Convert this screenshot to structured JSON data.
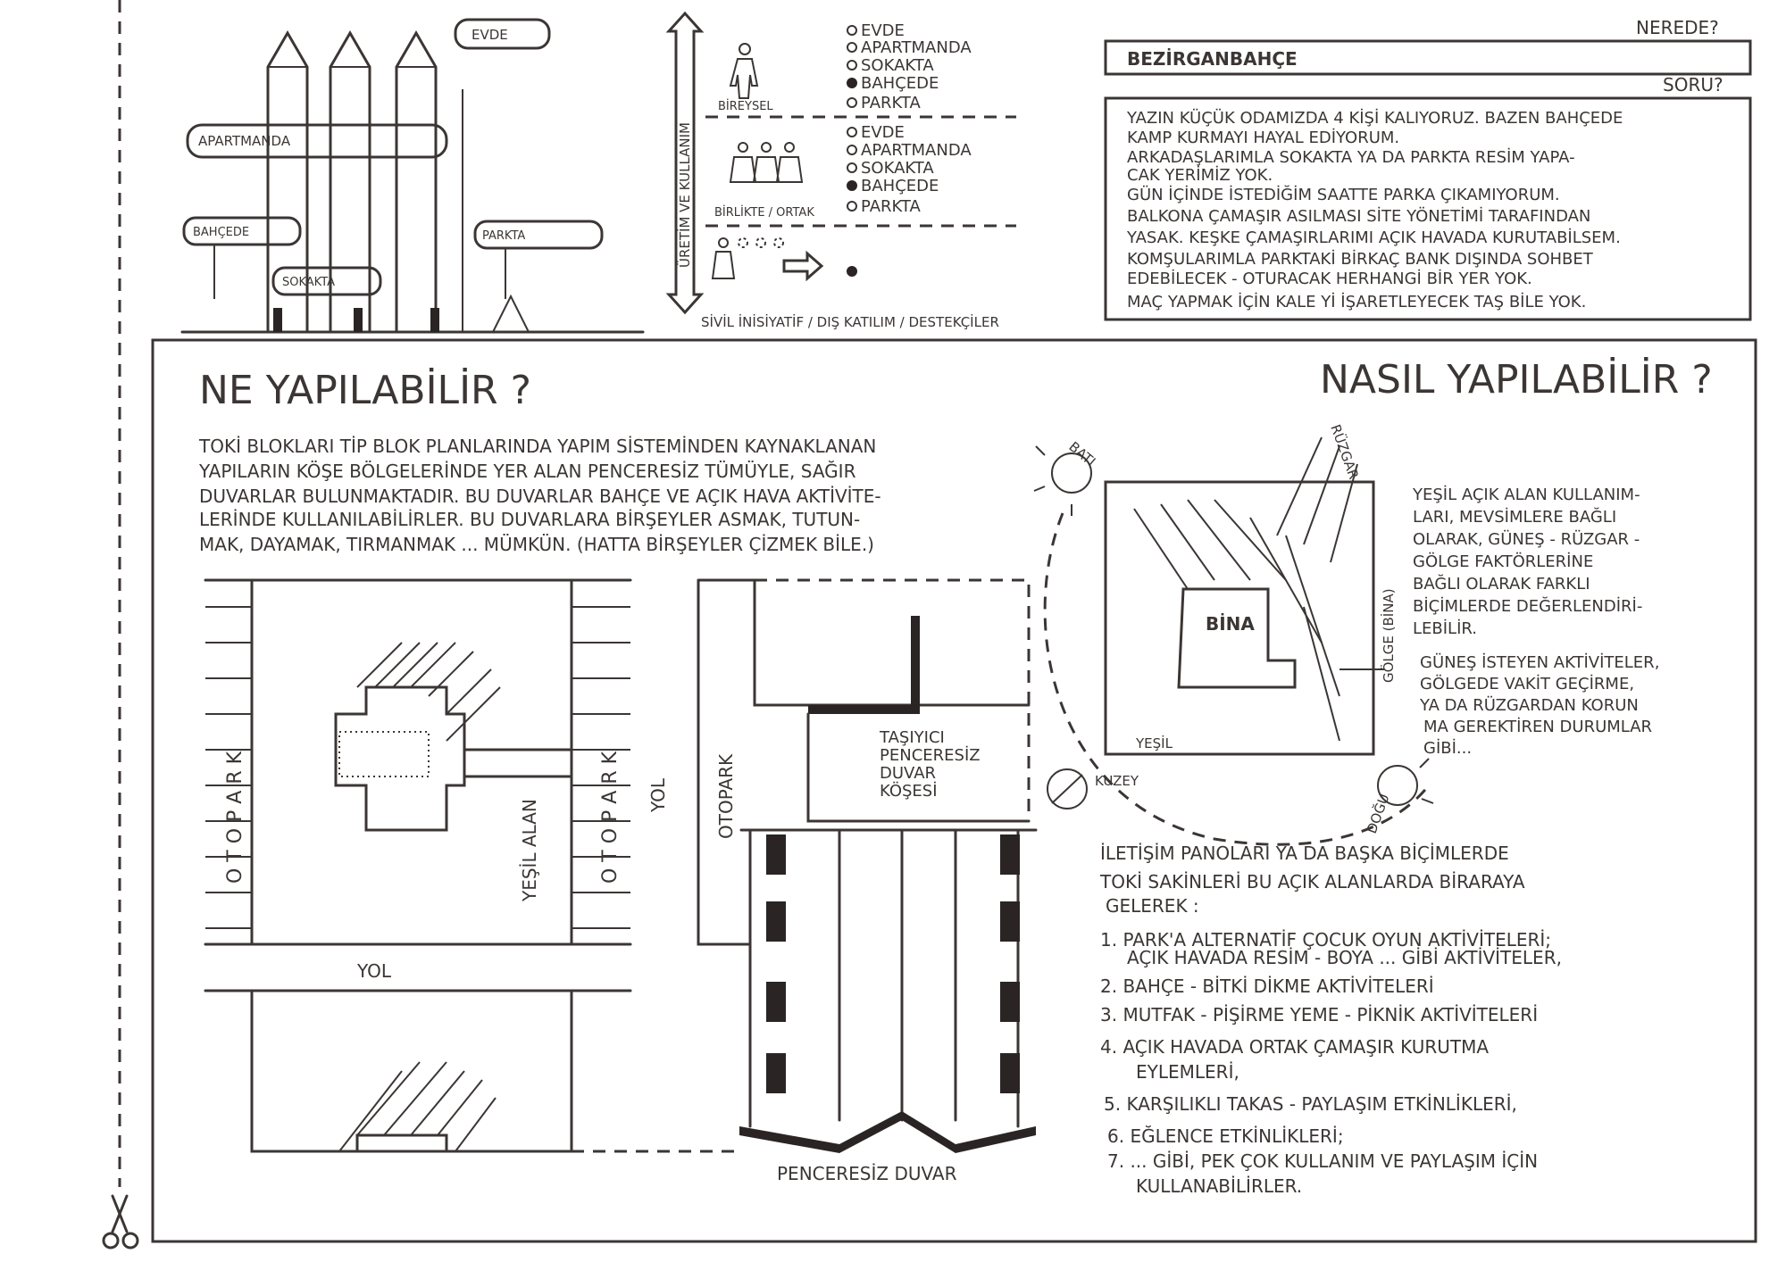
{
  "top_left": {
    "bubbles": [
      "EVDE",
      "APARTMANDA",
      "BAHÇEDE",
      "SOKAKTA",
      "PARKTA"
    ]
  },
  "legend": {
    "axis_label": "ÜRETİM VE KULLANIM",
    "individual_label": "BİREYSEL",
    "group_label": "BİRLİKTE / ORTAK",
    "bottom_label": "SİVİL İNİSİYATİF / DIŞ KATILIM / DESTEKÇİLER",
    "options": [
      "EVDE",
      "APARTMANDA",
      "SOKAKTA",
      "BAHÇEDE",
      "PARKTA"
    ],
    "individual_selected": "BAHÇEDE",
    "group_selected": "BAHÇEDE"
  },
  "where": {
    "label": "NEREDE?",
    "value": "BEZİRGANBAHÇE"
  },
  "question": {
    "label": "SORU?",
    "lines": [
      "YAZIN KÜÇÜK ODAMIZDA 4 KİŞİ KALIYORUZ. BAZEN BAHÇEDE",
      "KAMP KURMAYI HAYAL EDİYORUM.",
      "ARKADAŞLARIMLA SOKAKTA YA DA PARKTA RESİM YAPA-",
      "CAK YERİMİZ YOK.",
      "GÜN İÇİNDE İSTEDİĞİM SAATTE PARKA ÇIKAMIYORUM.",
      "BALKONA ÇAMAŞIR ASILMASI SİTE YÖNETİMİ TARAFINDAN",
      "YASAK. KEŞKE ÇAMAŞIRLARIMI AÇIK HAVADA KURUTABİLSEM.",
      "KOMŞULARIMLA PARKTAKİ BİRKAÇ BANK DIŞINDA SOHBET",
      "EDEBİLECEK - OTURACAK HERHANGİ BİR YER YOK.",
      "MAÇ YAPMAK İÇİN KALE Yİ İŞARETLEYECEK TAŞ BİLE YOK."
    ]
  },
  "what": {
    "title": "NE YAPILABİLİR ?",
    "lines": [
      "TOKİ BLOKLARI TİP BLOK PLANLARINDA YAPIM SİSTEMİNDEN KAYNAKLANAN",
      "YAPILARIN KÖŞE BÖLGELERİNDE YER ALAN PENCERESİZ TÜMÜYLE, SAĞIR",
      "DUVARLAR BULUNMAKTADIR. BU DUVARLAR BAHÇE VE AÇIK HAVA AKTİVİTE-",
      "LERİNDE KULLANILABİLİRLER. BU DUVARLARA BİRŞEYLER ASMAK, TUTUN-",
      "MAK, DAYAMAK, TIRMANMAK ... MÜMKÜN. (HATTA BİRŞEYLER ÇİZMEK BİLE.)"
    ],
    "plan_labels": {
      "otopark": "O T O P A R K",
      "yol": "YOL",
      "yesil_alan": "YEŞİL ALAN",
      "otopark2": "OTOPARK",
      "tasiyici": [
        "TAŞIYICI",
        "PENCERESİZ",
        "DUVAR",
        "KÖŞESİ"
      ],
      "penceresiz_duvar": "PENCERESİZ DUVAR"
    }
  },
  "how": {
    "title": "NASIL YAPILABİLİR ?",
    "diagram_labels": {
      "bati": "BATI",
      "ruzgar": "RÜZGAR",
      "bina": "BİNA",
      "golge": "GÖLGE (BİNA)",
      "yesil": "YEŞİL",
      "kuzey": "KUZEY",
      "dogu": "DOĞU"
    },
    "side_lines": [
      "YEŞİL AÇIK ALAN KULLANIM-",
      "LARI, MEVSİMLERE BAĞLI",
      "OLARAK, GÜNEŞ - RÜZGAR -",
      "GÖLGE FAKTÖRLERİNE",
      "BAĞLI OLARAK FARKLI",
      "BİÇİMLERDE DEĞERLENDİRİ-",
      "LEBİLİR."
    ],
    "side_lines2": [
      "GÜNEŞ İSTEYEN AKTİVİTELER,",
      "GÖLGEDE VAKİT GEÇİRME,",
      "YA DA RÜZGARDAN KORUN",
      "MA GEREKTİREN DURUMLAR",
      "GİBİ..."
    ],
    "intro_lines": [
      "İLETİŞİM PANOLARI YA DA BAŞKA BİÇİMLERDE",
      "TOKİ SAKİNLERİ BU AÇIK ALANLARDA BİRARAYA",
      "GELEREK :"
    ],
    "list": [
      "1. PARK'A ALTERNATİF ÇOCUK OYUN AKTİVİTELERİ;",
      "AÇIK HAVADA RESİM - BOYA ... GİBİ AKTİVİTELER,",
      "2. BAHÇE - BİTKİ DİKME AKTİVİTELERİ",
      "3. MUTFAK - PİŞİRME YEME - PİKNİK AKTİVİTELERİ",
      "4. AÇIK HAVADA ORTAK ÇAMAŞIR KURUTMA",
      "EYLEMLERİ,",
      "5. KARŞILIKLI TAKAS - PAYLAŞIM ETKİNLİKLERİ,",
      "6. EĞLENCE ETKİNLİKLERİ;",
      "7. ... GİBİ, PEK ÇOK KULLANIM VE PAYLAŞIM İÇİN",
      "KULLANABİLİRLER."
    ]
  }
}
